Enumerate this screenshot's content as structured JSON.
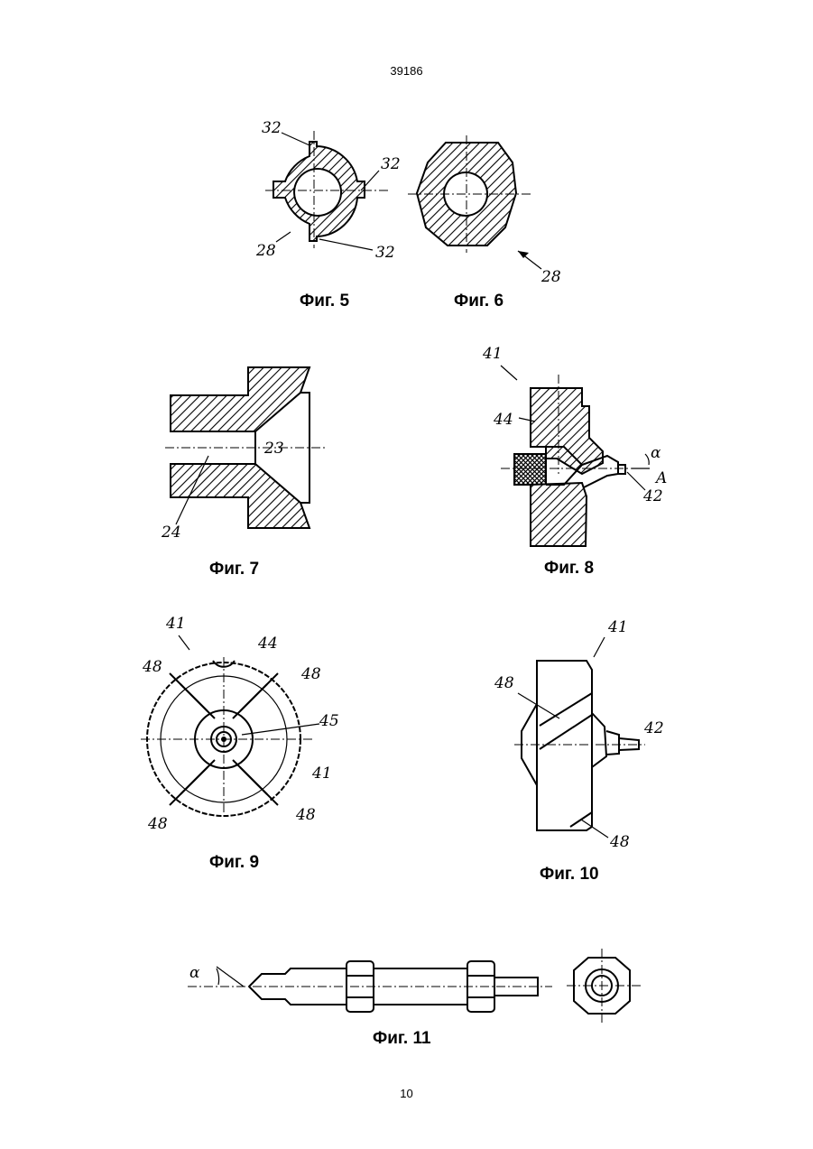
{
  "header": {
    "doc_number": "39186"
  },
  "footer": {
    "page_number": "10"
  },
  "figures": [
    {
      "caption": "Фиг. 5",
      "labels": [
        "32",
        "32",
        "32",
        "28"
      ]
    },
    {
      "caption": "Фиг. 6",
      "labels": [
        "28"
      ]
    },
    {
      "caption": "Фиг. 7",
      "labels": [
        "23",
        "24"
      ]
    },
    {
      "caption": "Фиг. 8",
      "labels": [
        "41",
        "44",
        "α",
        "A",
        "42"
      ]
    },
    {
      "caption": "Фиг. 9",
      "labels": [
        "41",
        "44",
        "48",
        "48",
        "45",
        "41",
        "48",
        "48"
      ]
    },
    {
      "caption": "Фиг. 10",
      "labels": [
        "41",
        "48",
        "42",
        "48"
      ]
    },
    {
      "caption": "Фиг. 11",
      "labels": [
        "α"
      ]
    }
  ]
}
